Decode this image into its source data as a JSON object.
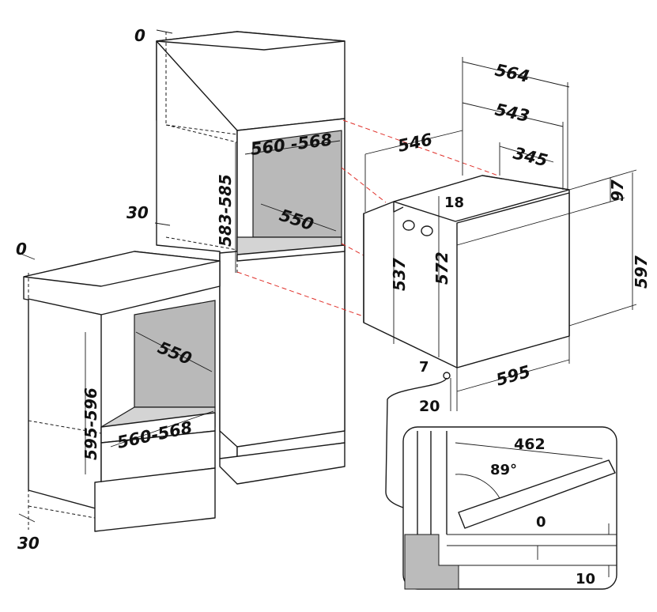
{
  "labels": {
    "top_col_offset": "0",
    "niche_width": "560 -568",
    "niche_height": "583-585",
    "niche_depth": "550",
    "col_side_gap": "30",
    "under_offset": "0",
    "under_depth": "550",
    "under_height": "595-596",
    "under_width": "560-568",
    "under_side_gap": "30",
    "oven_564": "564",
    "oven_543": "543",
    "oven_546": "546",
    "oven_345": "345",
    "oven_18": "18",
    "oven_97": "97",
    "oven_537": "537",
    "oven_572": "572",
    "oven_597": "597",
    "oven_7": "7",
    "oven_595": "595",
    "oven_20": "20",
    "door_462": "462",
    "door_angle": "89°",
    "door_0": "0",
    "door_10": "10"
  }
}
